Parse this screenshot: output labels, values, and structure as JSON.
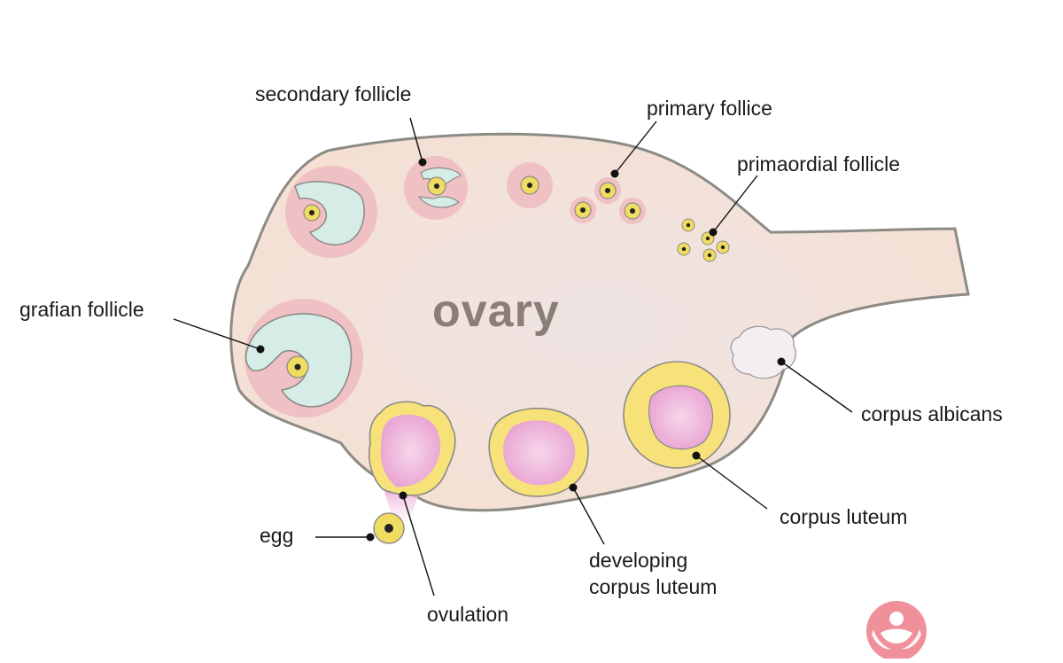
{
  "diagram": {
    "title": "ovary",
    "labels": {
      "secondary_follicle": "secondary follicle",
      "primary_follice": "primary follice",
      "primaordial_follicle": "primaordial follicle",
      "grafian_follicle": "grafian follicle",
      "corpus_albicans": "corpus albicans",
      "corpus_luteum": "corpus luteum",
      "developing_line1": "developing",
      "developing_line2": "corpus luteum",
      "egg": "egg",
      "ovulation": "ovulation"
    }
  },
  "colors": {
    "ovary_fill": "#f5e1d5",
    "ovary_stroke": "#8c8a85",
    "follicle_ring": "#efc1c4",
    "antrum": "#d6ece6",
    "oocyte": "#f1dc62",
    "luteum_yellow": "#f7e27a",
    "luteum_pink": "#ecaed7",
    "albicans": "#f4eef2",
    "logo_pink": "#ee8a95"
  }
}
